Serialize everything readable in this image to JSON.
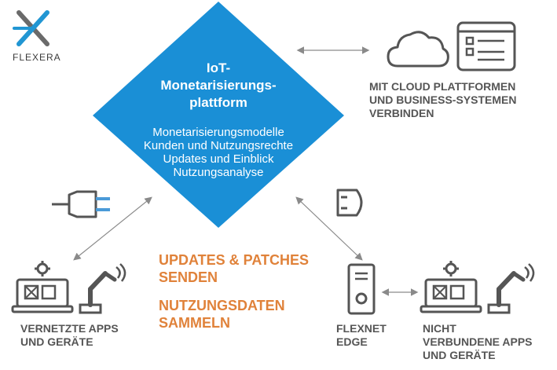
{
  "logo": {
    "name": "Flexera",
    "wordmark": "FLEXERA"
  },
  "diamond": {
    "color": "#1a8fd6",
    "title_lines": [
      "IoT-",
      "Monetarisierungs-",
      "plattform"
    ],
    "items": [
      "Monetarisierungsmodelle",
      "Kunden und Nutzungsrechte",
      "Updates und Einblick",
      "Nutzungsanalyse"
    ]
  },
  "captions": {
    "cloud": [
      "MIT CLOUD PLATTFORMEN",
      "UND BUSINESS-SYSTEMEN",
      "VERBINDEN"
    ],
    "connected": [
      "VERNETZTE APPS",
      "UND GERÄTE"
    ],
    "flexnet": [
      "FLEXNET",
      "EDGE"
    ],
    "disconnected": [
      "NICHT",
      "VERBUNDENE APPS",
      "UND GERÄTE"
    ]
  },
  "actions": {
    "updates": [
      "UPDATES & PATCHES",
      "SENDEN"
    ],
    "usage": [
      "NUTZUNGSDATEN",
      "SAMMELN"
    ]
  },
  "colors": {
    "accent": "#1a8fd6",
    "orange": "#e0823a",
    "caption": "#555555",
    "icon": "#555555",
    "plug_accent": "#4a9ad8"
  }
}
